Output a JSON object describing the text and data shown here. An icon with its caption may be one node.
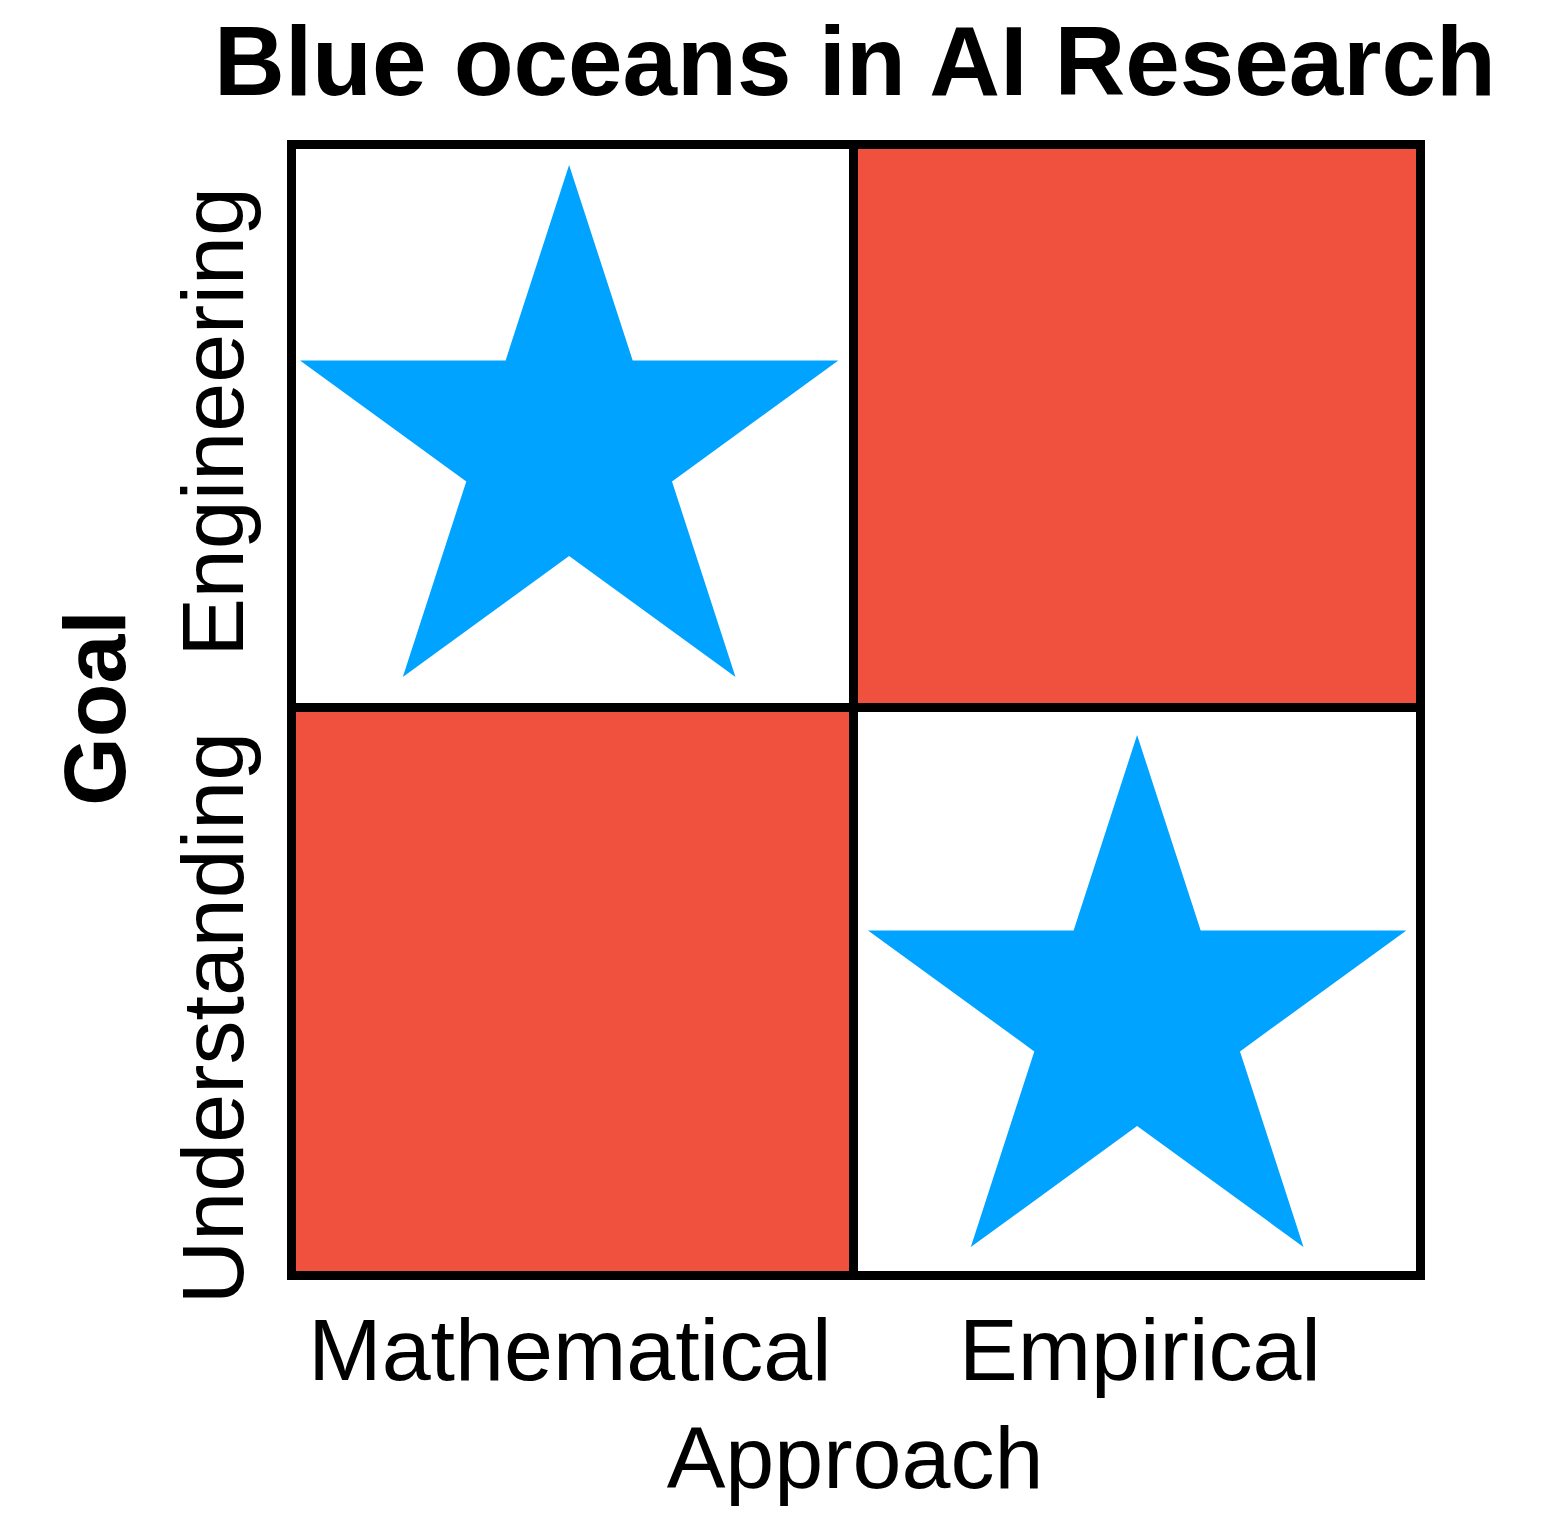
{
  "diagram": {
    "title": "Blue oceans in AI Research",
    "nodes": [
      {
        "text": [],
        "shape": "box"
      },
      {
        "text": [],
        "shape": "star",
        "in": 0
      },
      {
        "text": [],
        "shape": "box"
      },
      {
        "text": [],
        "shape": "box"
      },
      {
        "text": [],
        "shape": "box"
      },
      {
        "text": [],
        "shape": "star",
        "in": 4
      }
    ],
    "edges": [],
    "labels": [
      "Goal",
      "Engineering",
      "Understanding",
      "Mathematical",
      "Empirical",
      "Approach"
    ]
  }
}
